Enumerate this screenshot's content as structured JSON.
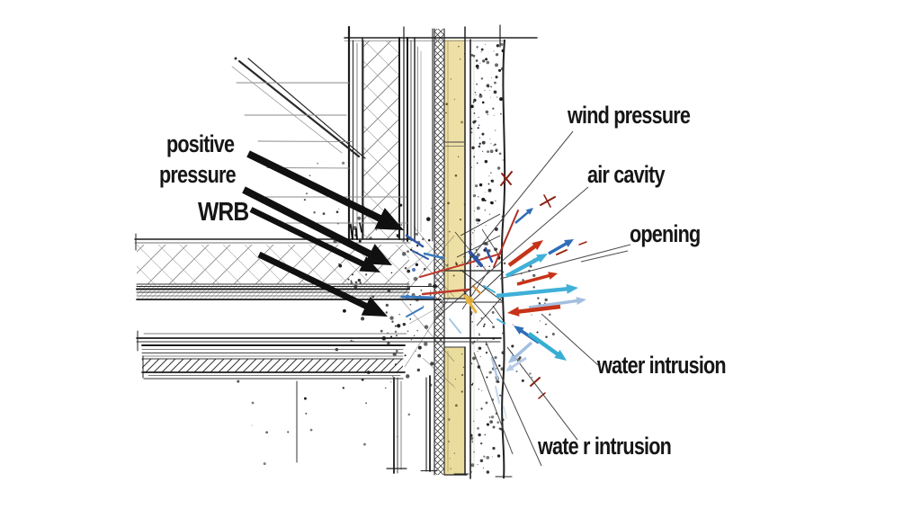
{
  "document": {
    "type": "architectural wall-section detail sketch",
    "subject": "wind-driven rain and pressure at a wall opening"
  },
  "annotations": {
    "positive_pressure": {
      "line1": "positive",
      "line2": "pressure"
    },
    "wrb": "WRB",
    "wind_pressure": "wind pressure",
    "air_cavity": "air cavity",
    "opening": "opening",
    "water_intrusion_upper": "water intrusion",
    "water_intrusion_lower": "wate r intrusion"
  },
  "colors": {
    "paper": "#ffffff",
    "ink": "#161616",
    "black_arrow": "#101010",
    "insulation_fill_upper": "#eee0a4",
    "insulation_fill_lower": "#eadc9c",
    "red_arrow": "#c63318",
    "dark_red": "#8a2013",
    "cyan_arrow": "#3fb0d8",
    "blue_arrow": "#2f6db8",
    "dark_blue": "#2b57a8",
    "pale_blue_arrow": "#a3bfe0",
    "yellow_splash": "#e9b53b",
    "leader_line": "#3c3c3c"
  }
}
